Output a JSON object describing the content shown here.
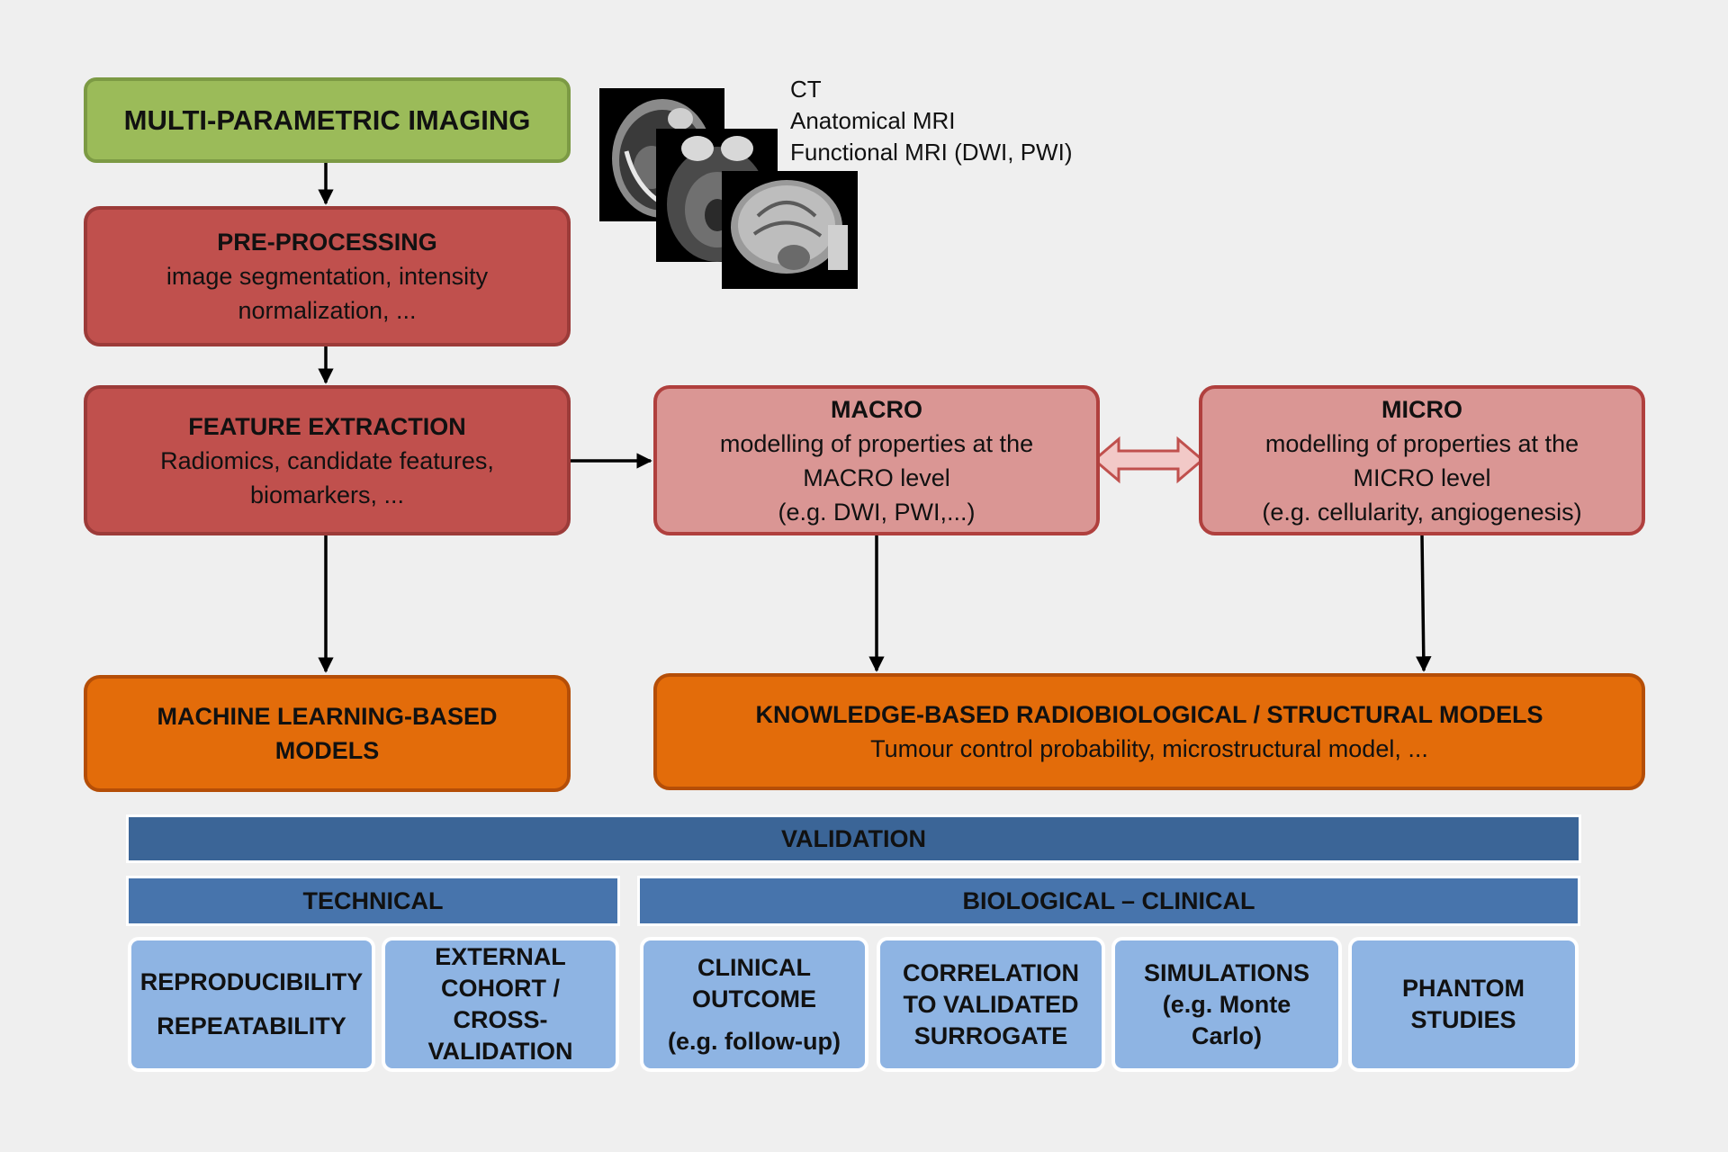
{
  "imaging": {
    "title": "MULTI-PARAMETRIC IMAGING"
  },
  "modalities": [
    "CT",
    "Anatomical MRI",
    "Functional MRI (DWI, PWI)"
  ],
  "preprocessing": {
    "title": "PRE-PROCESSING",
    "line1": "image segmentation, intensity",
    "line2": "normalization, ..."
  },
  "feature_extraction": {
    "title": "FEATURE EXTRACTION",
    "line1": "Radiomics, candidate features,",
    "line2": "biomarkers, ..."
  },
  "macro": {
    "title": "MACRO",
    "line1": "modelling of properties at the",
    "line2": "MACRO level",
    "line3": "(e.g. DWI, PWI,...)"
  },
  "micro": {
    "title": "MICRO",
    "line1": "modelling of properties at the",
    "line2": "MICRO level",
    "line3": "(e.g. cellularity, angiogenesis)"
  },
  "ml_models": {
    "line1": "MACHINE LEARNING-BASED",
    "line2": "MODELS"
  },
  "knowledge_models": {
    "title": "KNOWLEDGE-BASED RADIOBIOLOGICAL / STRUCTURAL MODELS",
    "line1": "Tumour control probability, microstructural model, ..."
  },
  "validation": {
    "title": "VALIDATION",
    "technical": "TECHNICAL",
    "biological": "BIOLOGICAL – CLINICAL",
    "items": [
      {
        "lines": [
          "REPRODUCIBILITY",
          "REPEATABILITY"
        ]
      },
      {
        "lines": [
          "EXTERNAL",
          "COHORT /",
          "CROSS-",
          "VALIDATION"
        ]
      },
      {
        "lines": [
          "CLINICAL",
          "OUTCOME",
          "(e.g. follow-up)"
        ]
      },
      {
        "lines": [
          "CORRELATION",
          "TO VALIDATED",
          "SURROGATE"
        ]
      },
      {
        "lines": [
          "SIMULATIONS",
          "(e.g. Monte",
          "Carlo)"
        ]
      },
      {
        "lines": [
          "PHANTOM",
          "STUDIES"
        ]
      }
    ]
  },
  "colors": {
    "imaging": "#9bbb59",
    "processing": "#c0504d",
    "modelling": "#da9694",
    "models": "#e36c0a",
    "validation_header": "#3b6597",
    "validation_category": "#4774ac",
    "validation_item": "#8eb4e3"
  }
}
